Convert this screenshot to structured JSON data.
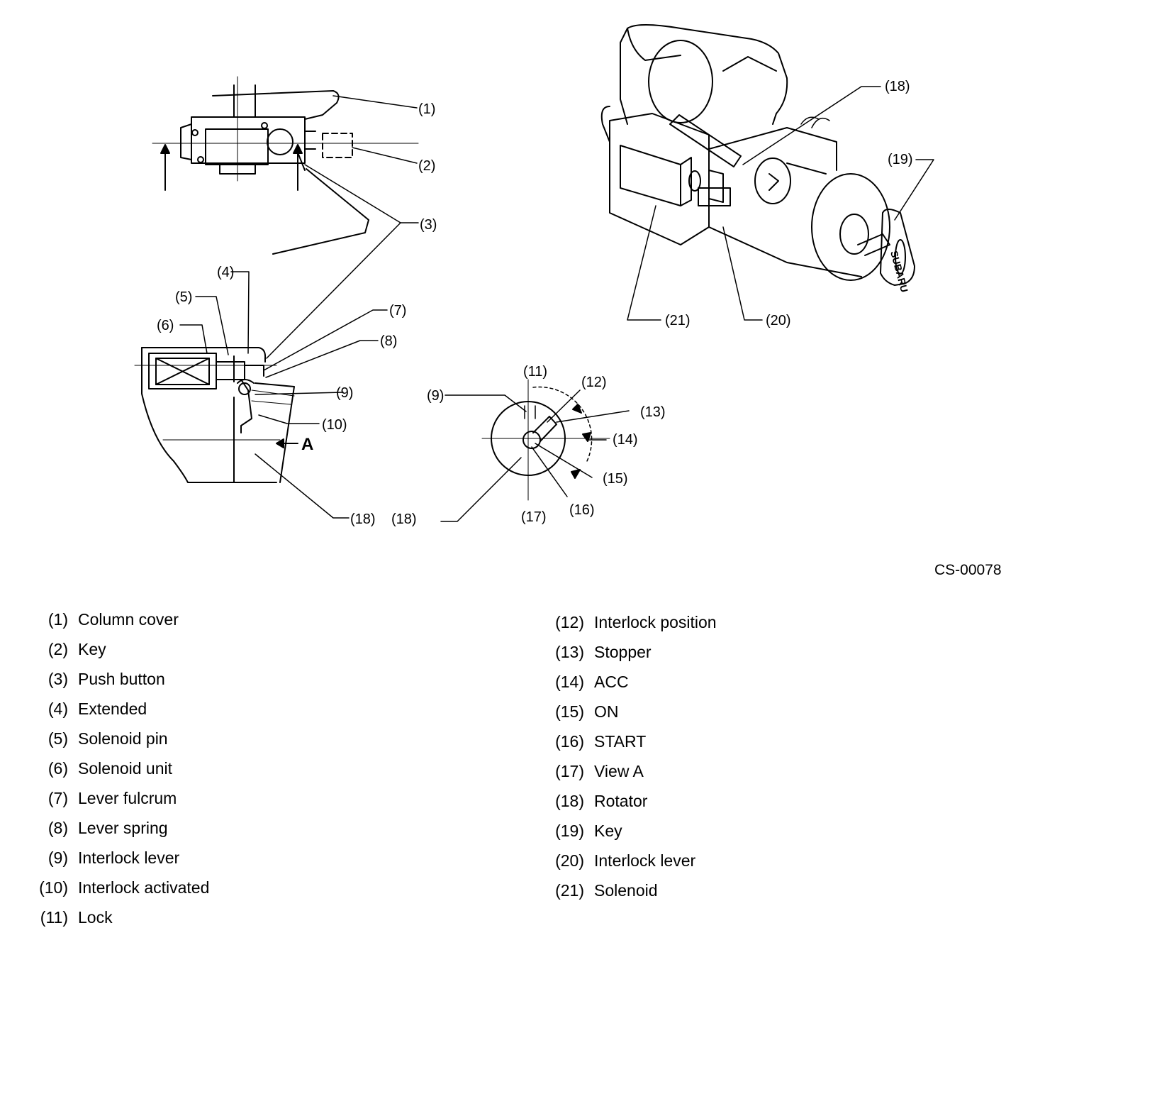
{
  "figure_code": "CS-00078",
  "callouts": {
    "c1": "(1)",
    "c2": "(2)",
    "c3": "(3)",
    "c4": "(4)",
    "c5": "(5)",
    "c6": "(6)",
    "c7": "(7)",
    "c8": "(8)",
    "c9": "(9)",
    "c10": "(10)",
    "c18a": "(18)",
    "c18b": "(18)",
    "c9b": "(9)",
    "c11": "(11)",
    "c12": "(12)",
    "c13": "(13)",
    "c14": "(14)",
    "c15": "(15)",
    "c16": "(16)",
    "c17": "(17)",
    "c18c": "(18)",
    "c19": "(19)",
    "c20": "(20)",
    "c21": "(21)",
    "view": "A"
  },
  "key_text": "SUBARU",
  "legend": [
    {
      "num": "(1)",
      "text": "Column cover"
    },
    {
      "num": "(2)",
      "text": "Key"
    },
    {
      "num": "(3)",
      "text": "Push button"
    },
    {
      "num": "(4)",
      "text": "Extended"
    },
    {
      "num": "(5)",
      "text": "Solenoid pin"
    },
    {
      "num": "(6)",
      "text": "Solenoid unit"
    },
    {
      "num": "(7)",
      "text": "Lever fulcrum"
    },
    {
      "num": "(8)",
      "text": "Lever spring"
    },
    {
      "num": "(9)",
      "text": "Interlock lever"
    },
    {
      "num": "(10)",
      "text": "Interlock activated"
    },
    {
      "num": "(11)",
      "text": "Lock"
    },
    {
      "num": "(12)",
      "text": "Interlock position"
    },
    {
      "num": "(13)",
      "text": "Stopper"
    },
    {
      "num": "(14)",
      "text": "ACC"
    },
    {
      "num": "(15)",
      "text": "ON"
    },
    {
      "num": "(16)",
      "text": "START"
    },
    {
      "num": "(17)",
      "text": "View A"
    },
    {
      "num": "(18)",
      "text": "Rotator"
    },
    {
      "num": "(19)",
      "text": "Key"
    },
    {
      "num": "(20)",
      "text": "Interlock lever"
    },
    {
      "num": "(21)",
      "text": "Solenoid"
    }
  ]
}
